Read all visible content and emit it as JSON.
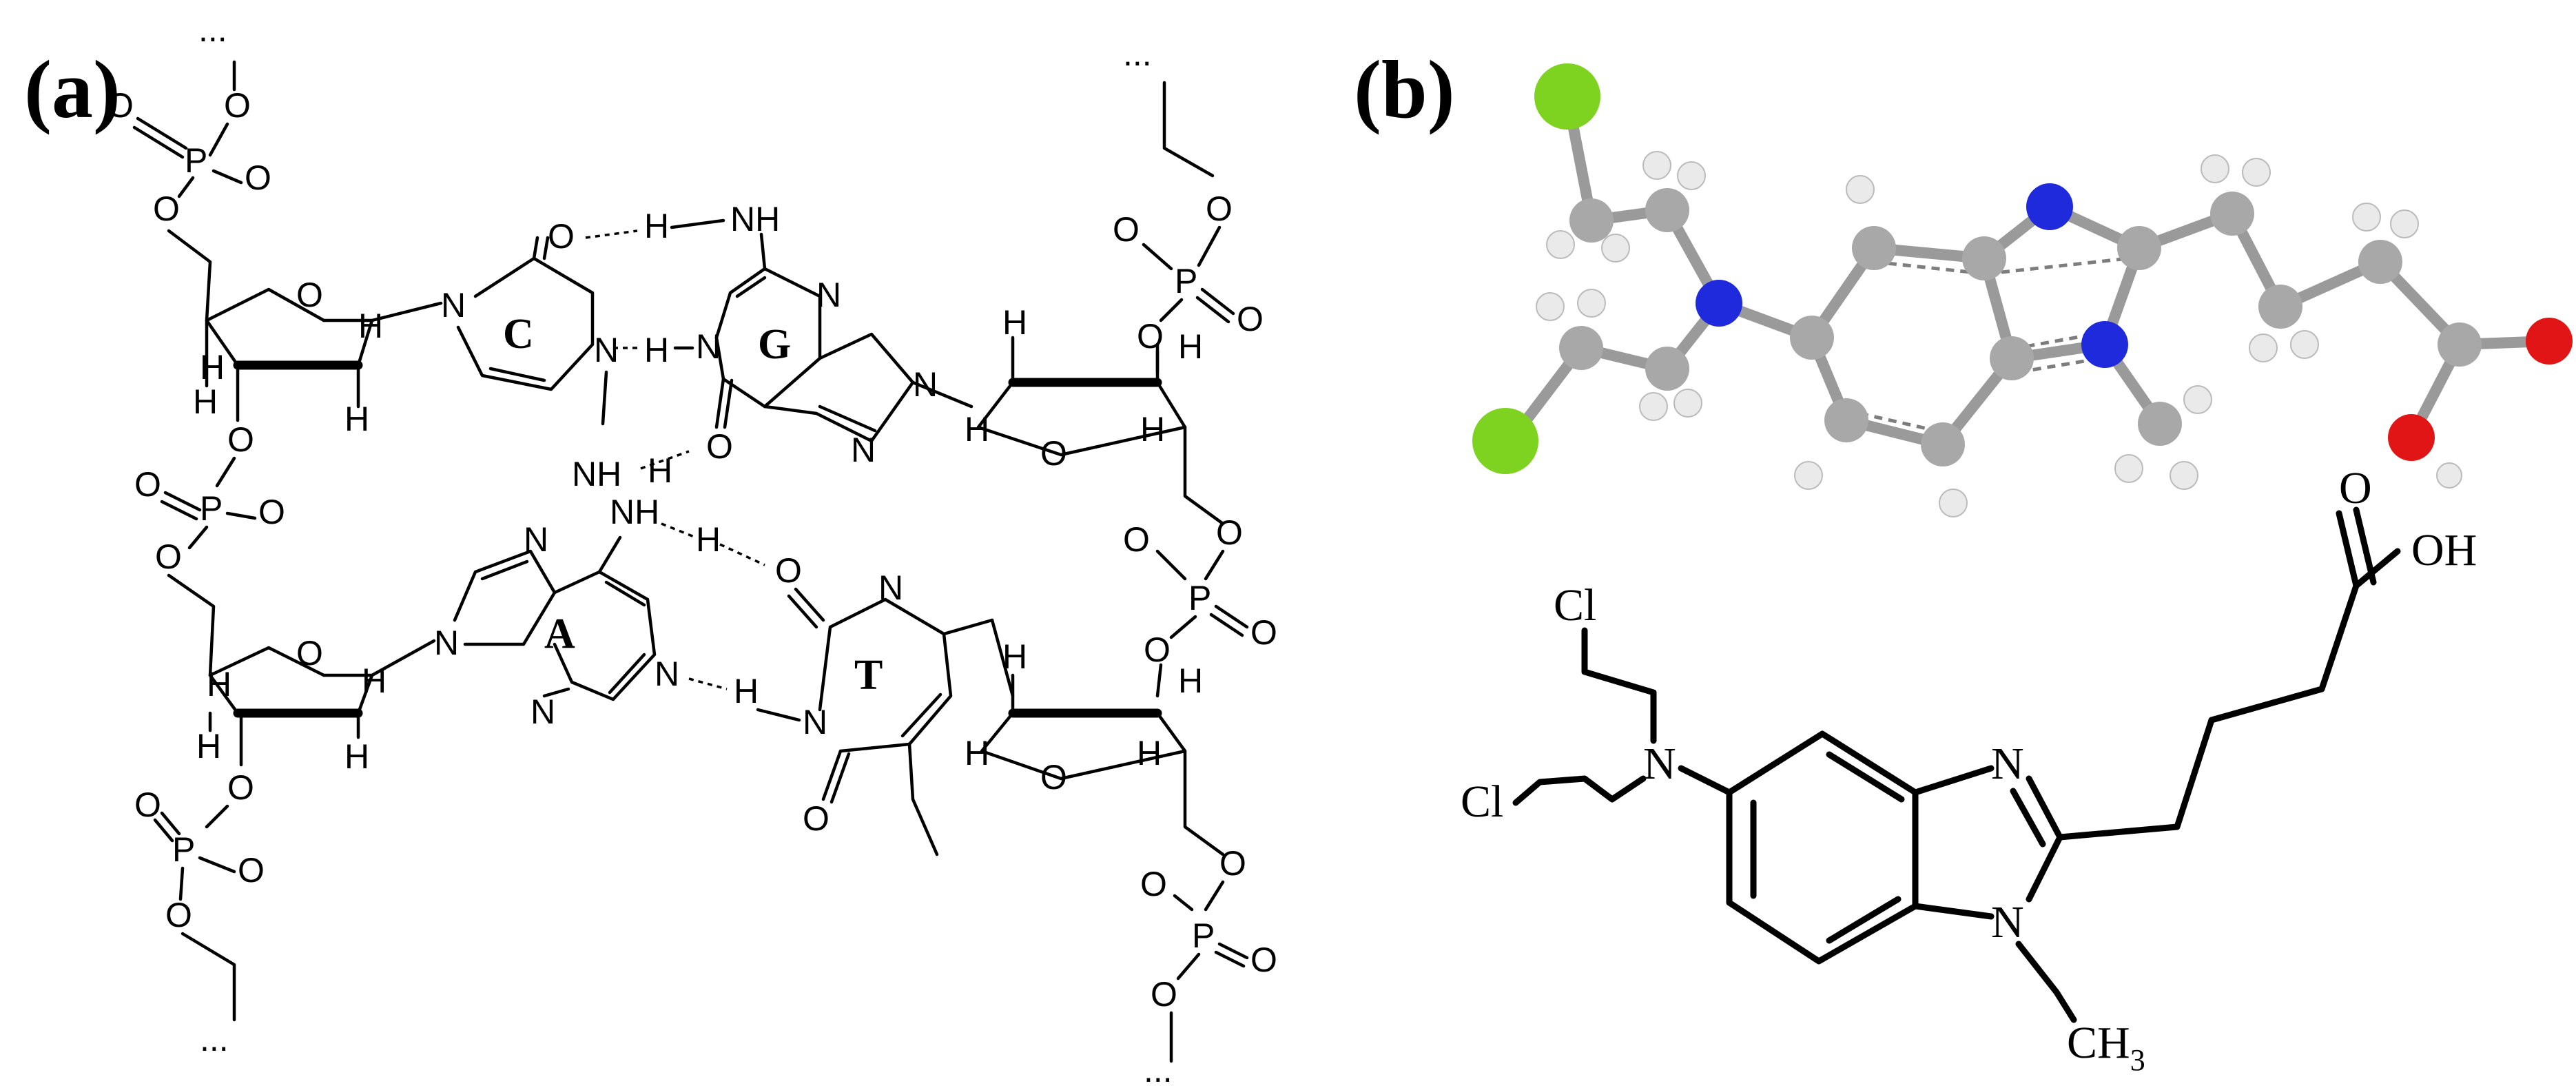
{
  "panel_labels": {
    "a": "(a)",
    "b": "(b)"
  },
  "dna": {
    "continuation": "...",
    "phosphate_P": "P",
    "oxygen": "O",
    "ester_O": "O",
    "hydrogen": "H",
    "nitrogen": "N",
    "amine_NH": "NH",
    "bases": {
      "cytosine": "C",
      "guanine": "G",
      "adenine": "A",
      "thymine": "T"
    }
  },
  "bendamustine": {
    "atom_colors": {
      "carbon": "#a8a8a8",
      "hydrogen": "#eaeaea",
      "nitrogen": "#1e2adb",
      "oxygen": "#e11515",
      "chlorine": "#7ed321"
    },
    "labels": {
      "chlorine_1": "Cl",
      "chlorine_2": "Cl",
      "amine_N": "N",
      "ring_N_top": "N",
      "ring_N_bottom": "N",
      "carbonyl_O": "O",
      "hydroxyl": "OH",
      "methyl": "CH",
      "methyl_sub": "3"
    }
  }
}
